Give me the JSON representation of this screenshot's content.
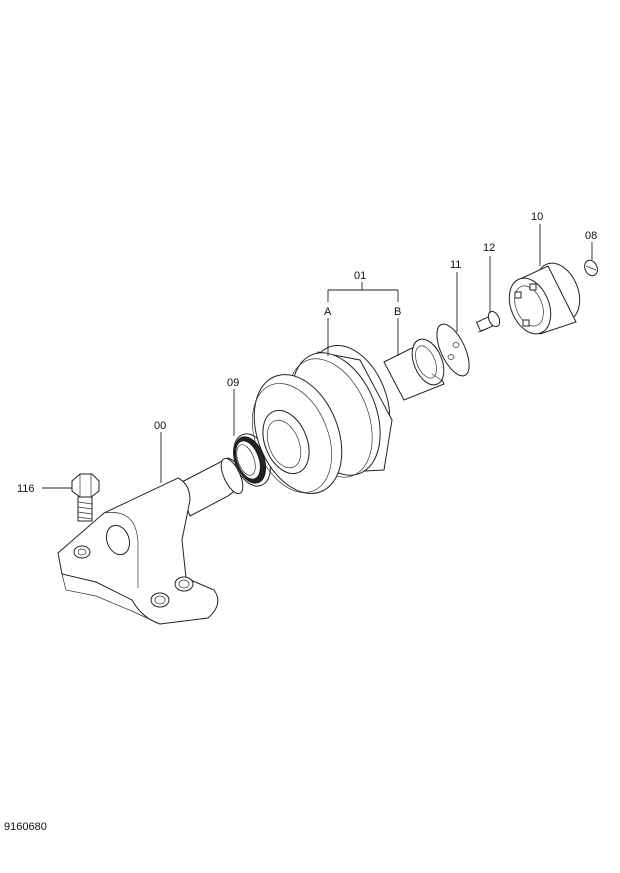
{
  "diagram": {
    "callouts": {
      "p01": "01",
      "pA": "A",
      "pB": "B",
      "p11": "11",
      "p12": "12",
      "p10": "10",
      "p08": "08",
      "p09": "09",
      "p00": "00",
      "p116": "116"
    },
    "drawing_number": "9160680"
  }
}
